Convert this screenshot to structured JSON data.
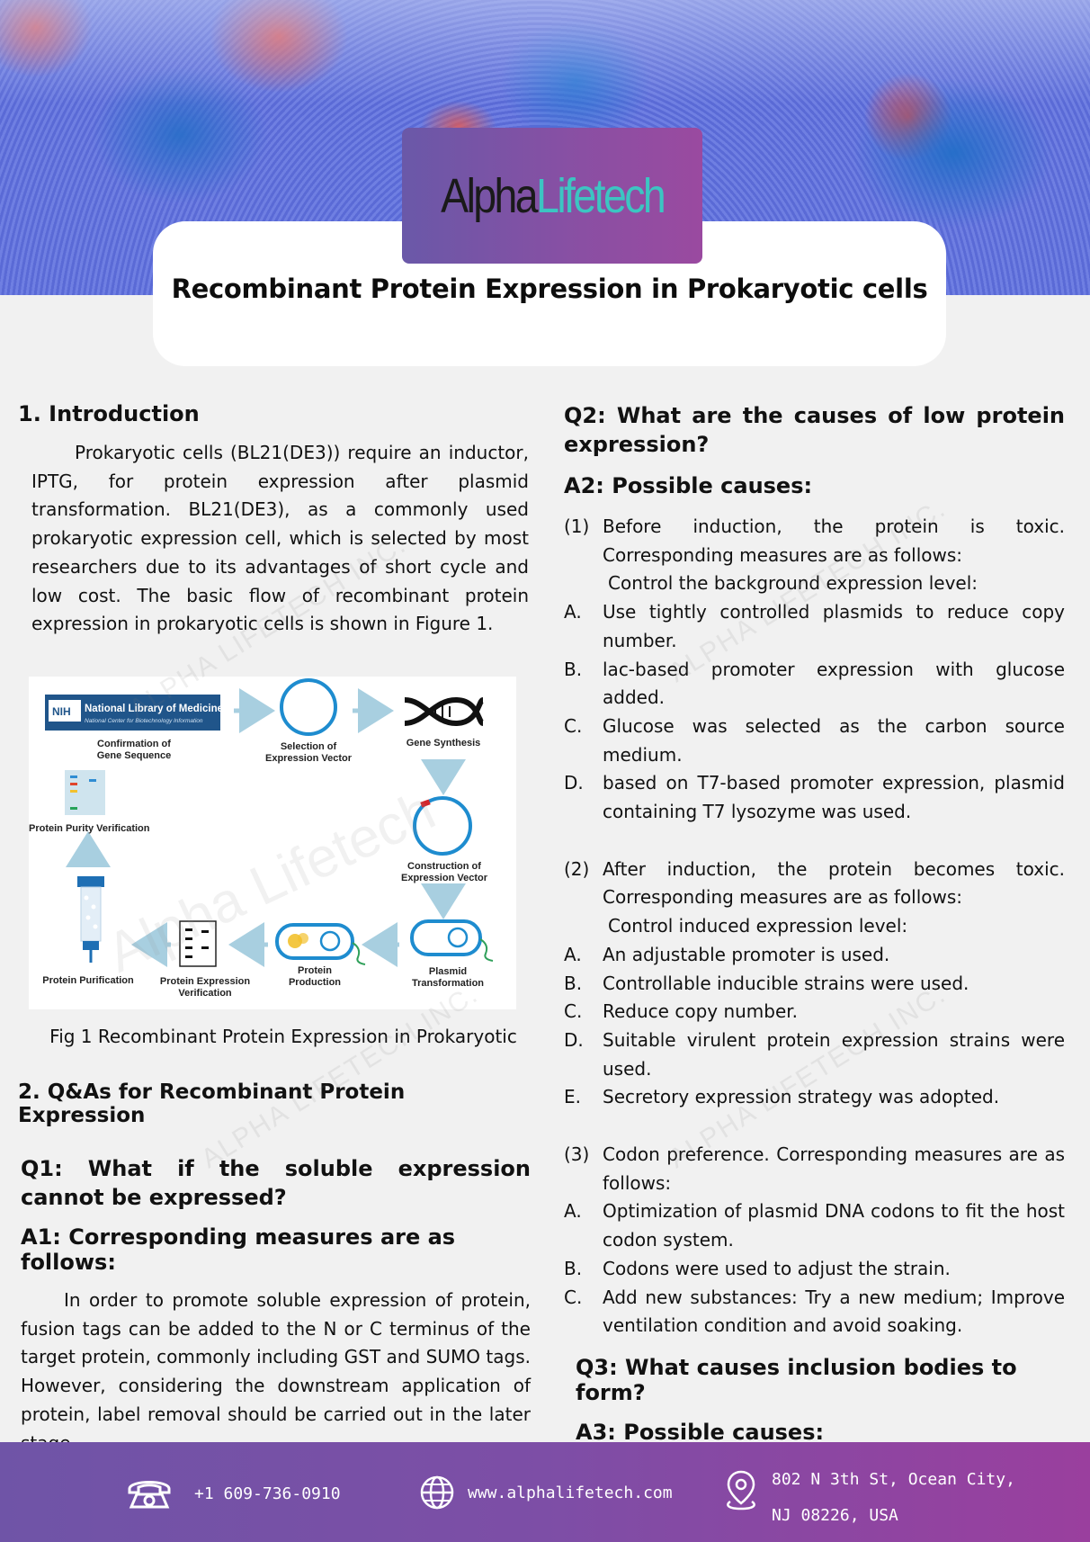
{
  "header": {
    "logo": {
      "alpha": "Alpha",
      "lifetech": "Lifetech"
    },
    "title": "Recombinant Protein Expression in Prokaryotic cells"
  },
  "intro": {
    "heading": "1.  Introduction",
    "paragraph": "Prokaryotic cells (BL21(DE3)) require an inductor, IPTG, for protein expression after plasmid transformation. BL21(DE3), as a commonly used prokaryotic expression cell, which is selected by most researchers due to its advantages of short cycle and low cost. The basic flow of recombinant protein expression in prokaryotic cells is shown in Figure 1."
  },
  "figure": {
    "nih_label": "National Library of Medicine",
    "nih_sub": "National Center for Biotechnology Information",
    "nih_badge": "NIH",
    "steps": {
      "confirm_1": "Confirmation of",
      "confirm_2": "Gene Sequence",
      "select_1": "Selection of",
      "select_2": "Expression Vector",
      "gene": "Gene Synthesis",
      "construct_1": "Construction of",
      "construct_2": "Expression Vector",
      "plasmid_1": "Plasmid",
      "plasmid_2": "Transformation",
      "production_1": "Protein",
      "production_2": "Production",
      "verify_1": "Protein Expression",
      "verify_2": "Verification",
      "purification": "Protein Purification",
      "purity": "Protein Purity Verification"
    },
    "caption": "Fig 1 Recombinant Protein Expression in Prokaryotic",
    "watermark": "Alpha Lifetech"
  },
  "qa": {
    "heading": "2. Q&As for Recombinant Protein Expression",
    "q1": "Q1: What if the soluble expression cannot be expressed?",
    "a1": "A1: Corresponding measures are as follows:",
    "a1_text": "In order to promote soluble expression of protein, fusion tags can be added to the N or C terminus of the target protein, commonly including GST and SUMO tags. However, considering the downstream application of protein, label removal should be carried out in the later stage.",
    "q2": "Q2: What are the causes of low protein expression?",
    "a2": "A2: Possible causes:",
    "cause1": {
      "marker": "(1)",
      "text": "Before induction, the protein is toxic. Corresponding measures are as follows:",
      "sub": "Control the background expression level:",
      "items": [
        {
          "marker": "A.",
          "text": "Use tightly controlled plasmids to reduce copy number."
        },
        {
          "marker": "B.",
          "text": "lac-based promoter expression with glucose added."
        },
        {
          "marker": "C.",
          "text": "Glucose was selected as the carbon source medium."
        },
        {
          "marker": "D.",
          "text": "based on T7-based promoter expression, plasmid containing T7 lysozyme was used."
        }
      ]
    },
    "cause2": {
      "marker": "(2)",
      "text": "After induction, the protein becomes toxic. Corresponding measures are as follows:",
      "sub": "Control induced expression level:",
      "items": [
        {
          "marker": "A.",
          "text": "An adjustable promoter is used."
        },
        {
          "marker": "B.",
          "text": "Controllable inducible strains were used."
        },
        {
          "marker": "C.",
          "text": "Reduce copy number."
        },
        {
          "marker": "D.",
          "text": "Suitable virulent protein expression strains were used."
        },
        {
          "marker": "E.",
          "text": "Secretory expression strategy was adopted."
        }
      ]
    },
    "cause3": {
      "marker": "(3)",
      "text": "Codon preference. Corresponding measures are as follows:",
      "items": [
        {
          "marker": "A.",
          "text": "Optimization of plasmid DNA codons to fit the host codon system."
        },
        {
          "marker": "B.",
          "text": "Codons were used to adjust the strain."
        },
        {
          "marker": "C.",
          "text": "Add new substances: Try a new medium; Improve ventilation condition and avoid soaking."
        }
      ]
    },
    "q3": "Q3: What causes inclusion bodies to form?",
    "a3": "A3: Possible causes:"
  },
  "watermark_text": "ALPHA LIFETECH INC.",
  "footer": {
    "phone": "+1 609-736-0910",
    "website": "www.alphalifetech.com",
    "address_1": "802 N 3th St, Ocean City,",
    "address_2": "NJ 08226, USA",
    "icons": [
      "phone-icon",
      "globe-icon",
      "location-pin-icon"
    ]
  },
  "colors": {
    "logo_teal": "#3cc5c2",
    "footer_start": "#6f54a7",
    "footer_end": "#9a3f9e",
    "nih_blue": "#20558a",
    "diagram_blue": "#1e8ccf"
  }
}
